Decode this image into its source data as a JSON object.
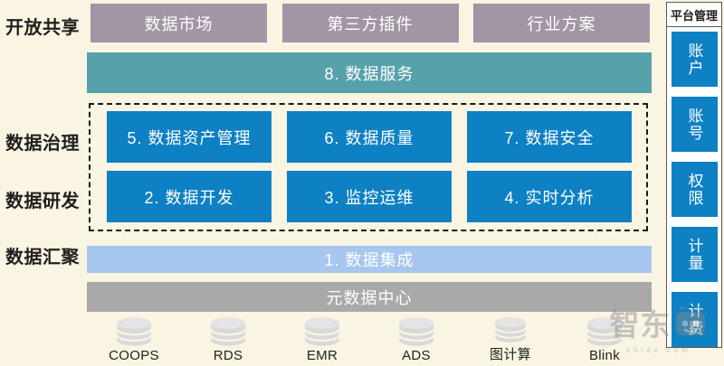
{
  "colors": {
    "background": "#FAF4E3",
    "mauve": "#A295A4",
    "teal": "#57A1AB",
    "blue": "#0E80C4",
    "light_blue": "#A7C7F0",
    "gray_bar": "#A9A9A9",
    "cylinder": "#D9D9D9",
    "text_dark": "#1F1F1F",
    "panel_border": "#595959"
  },
  "left_labels": {
    "open_sharing": "开放共享",
    "governance": "数据治理",
    "development": "数据研发",
    "aggregation": "数据汇聚"
  },
  "top_row": {
    "items": [
      "数据市场",
      "第三方插件",
      "行业方案"
    ]
  },
  "service_bar": {
    "label": "8. 数据服务"
  },
  "module_grid": {
    "row1": [
      "5. 数据资产管理",
      "6. 数据质量",
      "7. 数据安全"
    ],
    "row2": [
      "2. 数据开发",
      "3. 监控运维",
      "4. 实时分析"
    ]
  },
  "integration_bar": {
    "label": "1. 数据集成"
  },
  "metadata_bar": {
    "label": "元数据中心"
  },
  "storage": {
    "items": [
      "COOPS",
      "RDS",
      "EMR",
      "ADS",
      "图计算",
      "Blink"
    ]
  },
  "platform_panel": {
    "title": "平台管理",
    "items": [
      "账户",
      "账号",
      "权限",
      "计量",
      "计费"
    ]
  },
  "watermark": {
    "text": "智东",
    "subtext": "zhidx.com"
  }
}
